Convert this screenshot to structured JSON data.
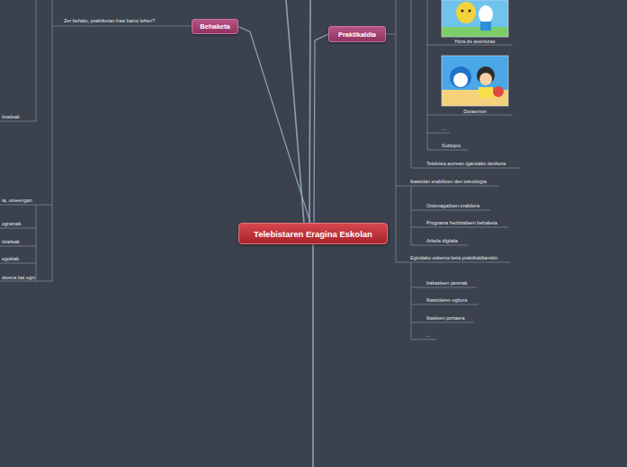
{
  "diagram": {
    "title": "Telebistaren Eragina Eskolan",
    "nodes": [
      {
        "text": [
          "Telebistaren Eragina Eskolan"
        ]
      },
      {
        "text": [
          "Behaketa"
        ]
      },
      {
        "text": [
          "Praktikaldia"
        ]
      }
    ],
    "edges": [
      {
        "from": 0,
        "to": 1,
        "arrow": "none"
      },
      {
        "from": 0,
        "to": 2,
        "arrow": "none"
      }
    ],
    "labels": [
      "Zer behatu, praktiketan hasi baino lehen?",
      "itzaileak",
      "ta, umeengan",
      "ogramak",
      "itzaileak",
      "egokiak",
      "skema bat egin",
      "Hora de aventuras",
      "Doraemon",
      "...",
      "Subtopic",
      "Telebista aurrean igarotako denbora",
      "Ikastolan erabiltzen den teknologia",
      "Ordenagailuen erabilera",
      "Programa hezitzaileen behaketa",
      "Arbela digitala",
      "Egindako eskema beta praktikaldiarekin",
      "Irakasleen jarrerak",
      "Ikastolaren egitura",
      "Ikasleen portaera",
      "..."
    ]
  }
}
